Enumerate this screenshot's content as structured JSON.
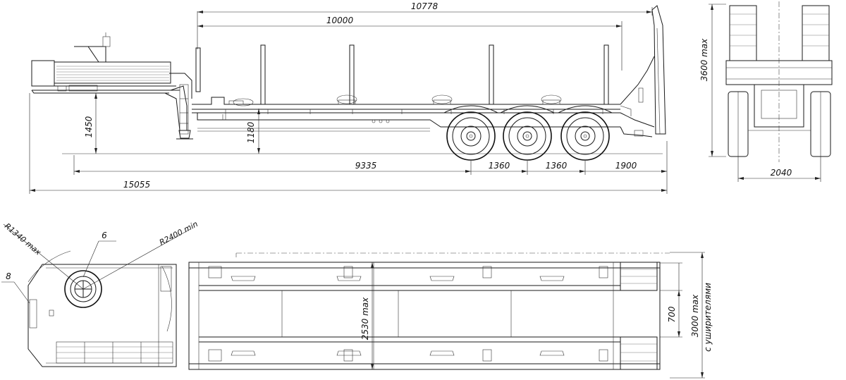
{
  "side_view": {
    "overall_length": "10778",
    "deck_length": "10000",
    "gooseneck_height": "1450",
    "deck_height": "1180",
    "wheelbase": "9335",
    "axle_spacing_1": "1360",
    "axle_spacing_2": "1360",
    "rear_overhang": "1900",
    "total_length": "15055"
  },
  "rear_view": {
    "max_height": "3600 max",
    "track_width": "2040"
  },
  "top_view": {
    "turn_radius_front": "R1340 max",
    "turn_radius_min": "R2400 min",
    "callout_6": "6",
    "callout_8": "8",
    "deck_width": "2530 max",
    "ramp_gap": "700",
    "max_width_line1": "3000 max",
    "max_width_line2": "с уширителями"
  }
}
